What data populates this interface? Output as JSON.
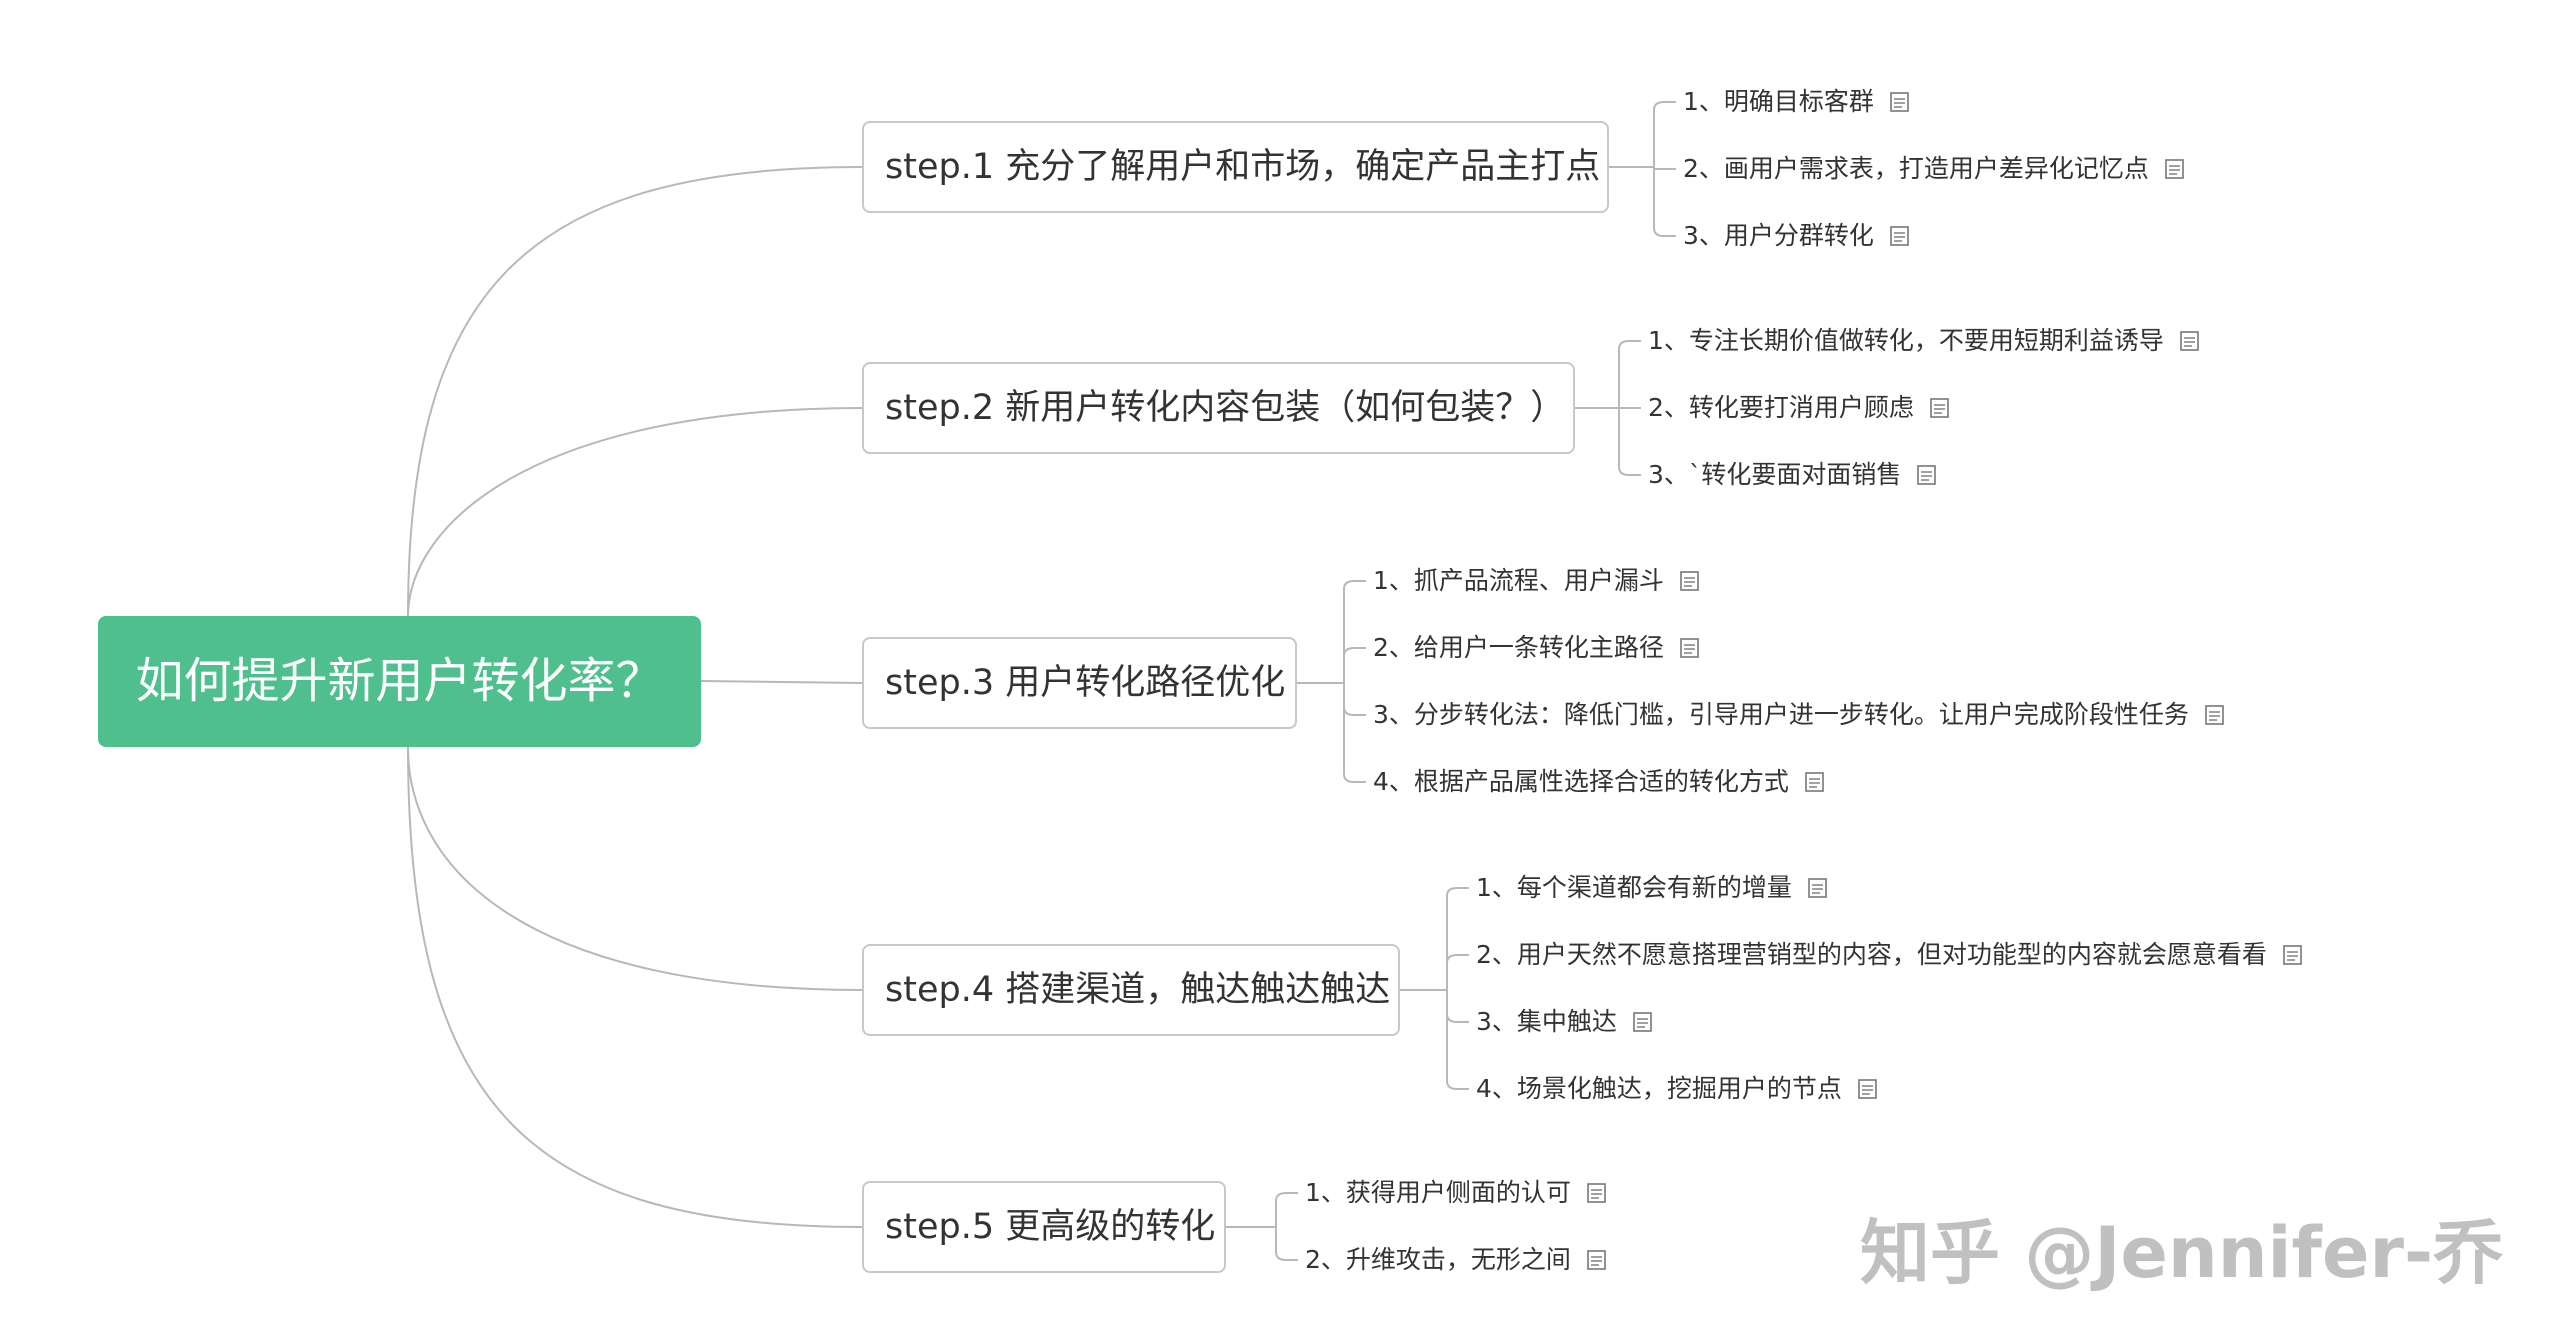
{
  "root": {
    "label": "如何提升新用户转化率？"
  },
  "steps": [
    {
      "label": "step.1  充分了解用户和市场，确定产品主打点",
      "items": [
        "1、明确目标客群",
        "2、画用户需求表，打造用户差异化记忆点",
        "3、用户分群转化"
      ]
    },
    {
      "label": "step.2  新用户转化内容包装（如何包装？）",
      "items": [
        "1、专注长期价值做转化，不要用短期利益诱导",
        "2、转化要打消用户顾虑",
        "3、`转化要面对面销售"
      ]
    },
    {
      "label": "step.3  用户转化路径优化",
      "items": [
        "1、抓产品流程、用户漏斗",
        "2、给用户一条转化主路径",
        "3、分步转化法：降低门槛，引导用户进一步转化。让用户完成阶段性任务",
        "4、根据产品属性选择合适的转化方式"
      ]
    },
    {
      "label": "step.4  搭建渠道，触达触达触达",
      "items": [
        "1、每个渠道都会有新的增量",
        "2、用户天然不愿意搭理营销型的内容，但对功能型的内容就会愿意看看",
        "3、集中触达",
        "4、场景化触达，挖掘用户的节点"
      ]
    },
    {
      "label": "step.5  更高级的转化",
      "items": [
        "1、获得用户侧面的认可",
        "2、升维攻击，无形之间"
      ]
    }
  ],
  "watermark": "知乎 @Jennifer-乔",
  "colors": {
    "root": "#4fc08d",
    "line": "#b8b8b8",
    "border": "#c8c8c8",
    "text": "#333333"
  },
  "icons": {
    "note": "note-icon"
  }
}
